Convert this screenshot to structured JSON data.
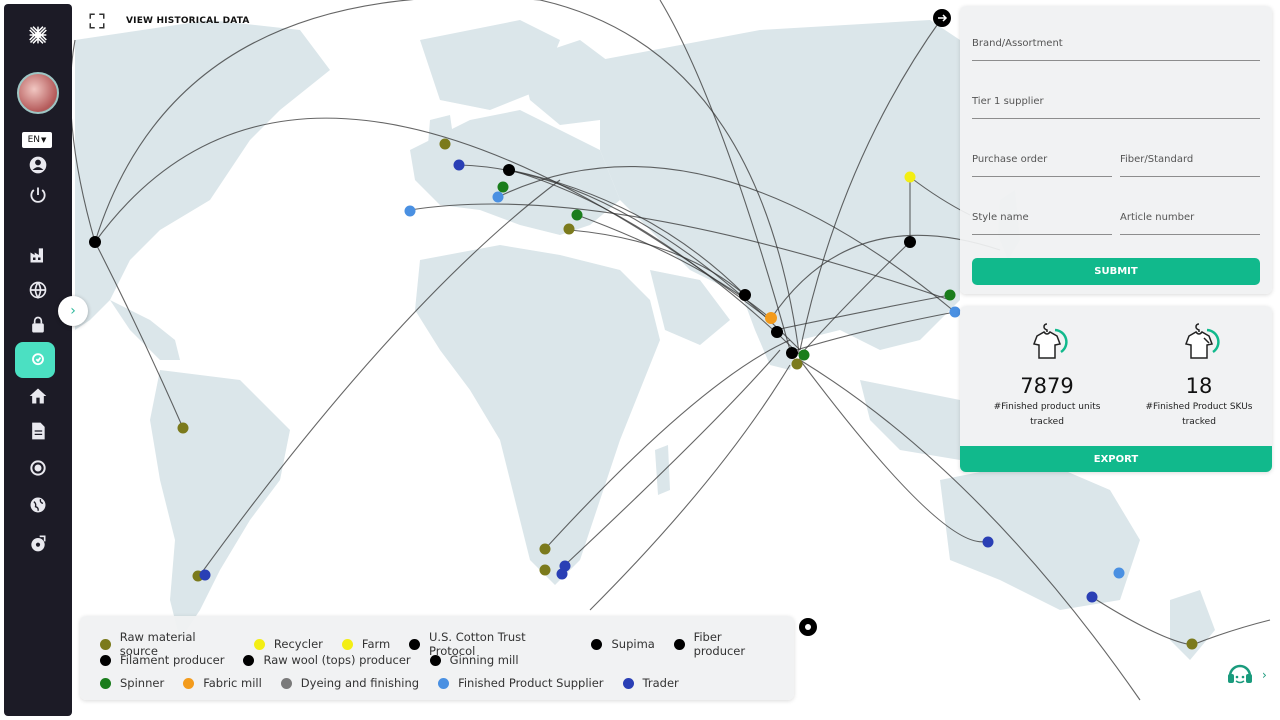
{
  "top_bar": {
    "view_historical_label": "VIEW HISTORICAL DATA"
  },
  "sidebar": {
    "language": "EN",
    "icons": [
      "logo-icon",
      "user-icon",
      "power-icon",
      "factory-icon",
      "globe-icon",
      "lock-icon",
      "map-pin-icon",
      "home-icon",
      "document-icon",
      "settings-icon",
      "world-icon",
      "tag-icon"
    ]
  },
  "filters": {
    "brand_assortment": "Brand/Assortment",
    "tier1_supplier": "Tier 1 supplier",
    "purchase_order": "Purchase order",
    "fiber_standard": "Fiber/Standard",
    "style_name": "Style name",
    "article_number": "Article number",
    "submit_label": "SUBMIT"
  },
  "stats": {
    "units_value": "7879",
    "units_label_1": "#Finished product units",
    "units_label_2": "tracked",
    "skus_value": "18",
    "skus_label_1": "#Finished Product SKUs",
    "skus_label_2": "tracked",
    "export_label": "EXPORT"
  },
  "legend": {
    "row1": [
      {
        "label": "Raw material source",
        "color": "#7b7a1c"
      },
      {
        "label": "Recycler",
        "color": "#f3ee14"
      },
      {
        "label": "Farm",
        "color": "#f3ee14"
      },
      {
        "label": "U.S. Cotton Trust Protocol",
        "color": "#000000"
      },
      {
        "label": "Supima",
        "color": "#000000"
      },
      {
        "label": "Fiber producer",
        "color": "#000000"
      }
    ],
    "row2": [
      {
        "label": "Filament producer",
        "color": "#000000"
      },
      {
        "label": "Raw wool (tops) producer",
        "color": "#000000"
      },
      {
        "label": "Ginning mill",
        "color": "#000000"
      }
    ],
    "row3": [
      {
        "label": "Spinner",
        "color": "#1a7d1c"
      },
      {
        "label": "Fabric mill",
        "color": "#f39b1c"
      },
      {
        "label": "Dyeing and finishing",
        "color": "#7a7a7a"
      },
      {
        "label": "Finished Product Supplier",
        "color": "#4a90e2"
      },
      {
        "label": "Trader",
        "color": "#2a3fb5"
      }
    ]
  },
  "colors": {
    "accent": "#11b98c",
    "sidebar": "#1c1b26",
    "land": "#dbe6ea",
    "ocean": "#ffffff"
  }
}
